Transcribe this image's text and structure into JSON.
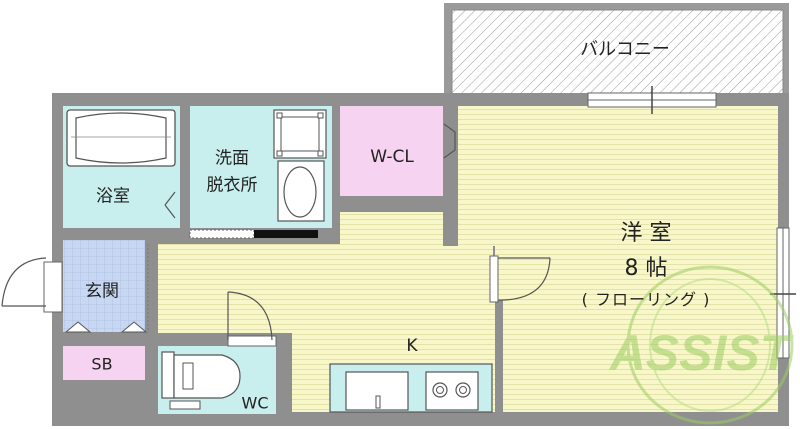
{
  "rooms": {
    "balcony": "バルコニー",
    "bath": "浴室",
    "washroom_line1": "洗面",
    "washroom_line2": "脱衣所",
    "wcl": "W-CL",
    "western_name": "洋 室",
    "western_size": "8 帖",
    "western_floor": "( フローリング )",
    "entrance": "玄関",
    "kitchen": "K",
    "shoe_box": "SB",
    "toilet": "WC"
  },
  "watermark": "ASSIST",
  "colors": {
    "wall": "#8f8f8f",
    "floor_wood": "#f8f7c9",
    "wet_area": "#c8efee",
    "closet": "#f6d3f1",
    "entrance_tile": "#c9d8f2",
    "watermark": "#9ccc62"
  }
}
